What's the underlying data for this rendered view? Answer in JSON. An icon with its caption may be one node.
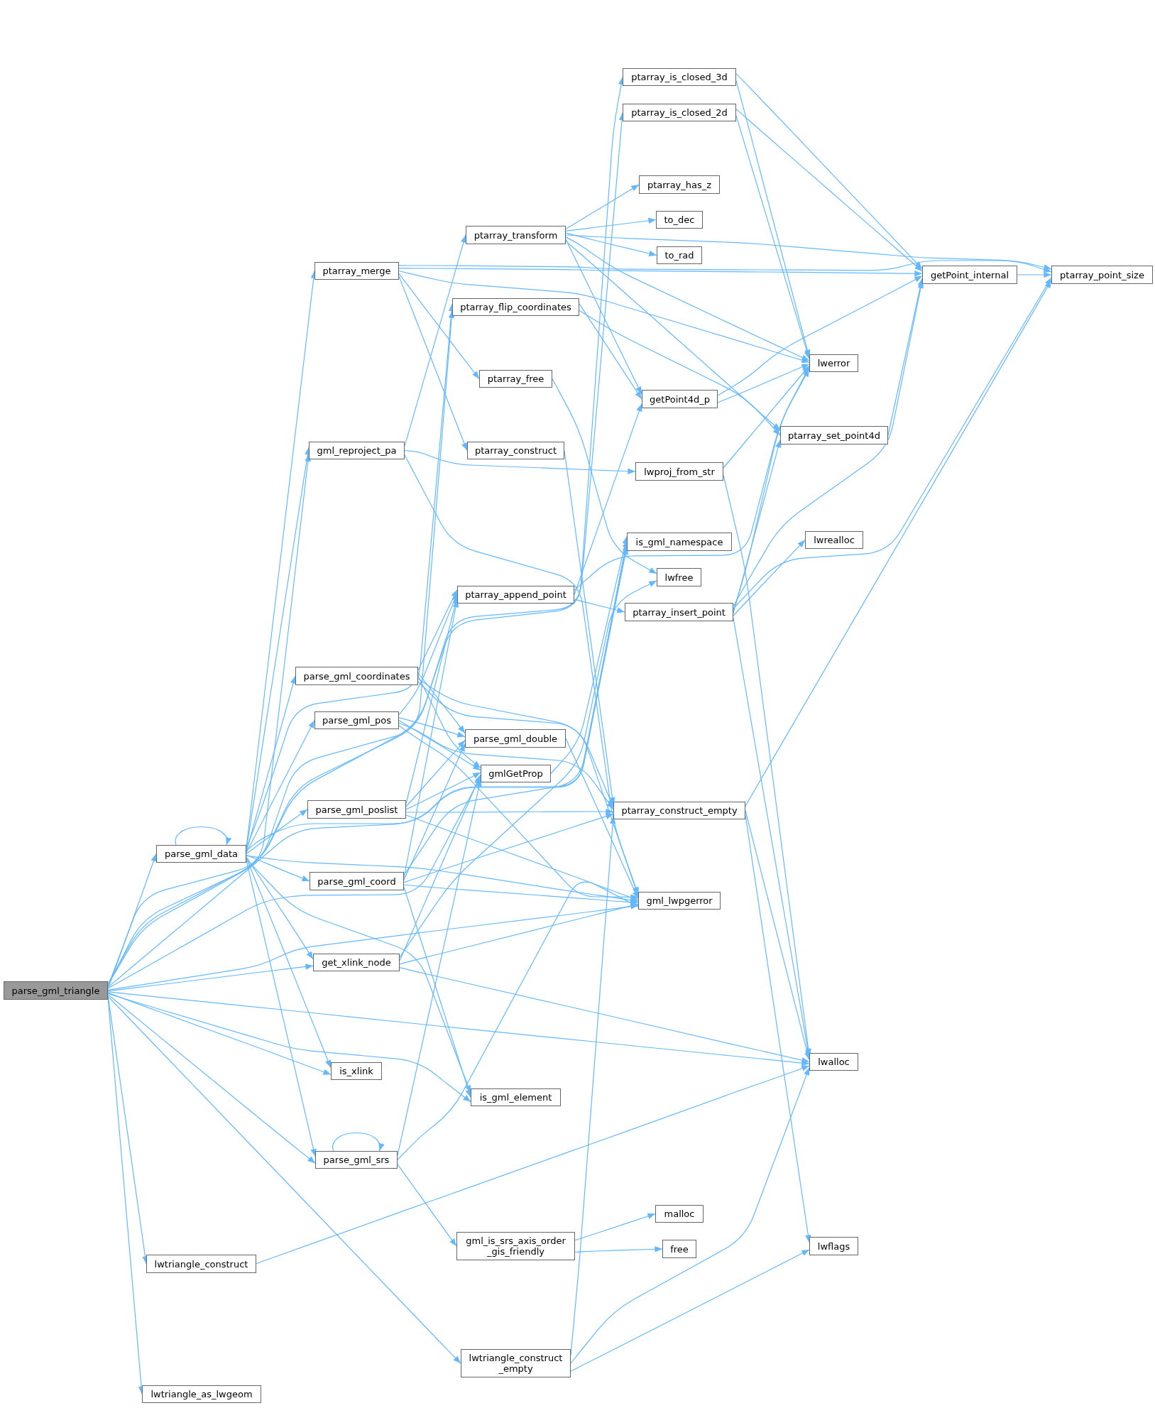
{
  "diagram": {
    "nodes": [
      {
        "text": [
          "parse_gml_triangle"
        ]
      },
      {
        "text": [
          "parse_gml_data"
        ]
      },
      {
        "text": [
          "lwtriangle_construct"
        ]
      },
      {
        "text": [
          "lwtriangle_as_lwgeom"
        ]
      },
      {
        "text": [
          "ptarray_merge"
        ]
      },
      {
        "text": [
          "gml_reproject_pa"
        ]
      },
      {
        "text": [
          "parse_gml_coordinates"
        ]
      },
      {
        "text": [
          "parse_gml_pos"
        ]
      },
      {
        "text": [
          "parse_gml_poslist"
        ]
      },
      {
        "text": [
          "parse_gml_coord"
        ]
      },
      {
        "text": [
          "get_xlink_node"
        ]
      },
      {
        "text": [
          "is_xlink"
        ]
      },
      {
        "text": [
          "parse_gml_srs"
        ]
      },
      {
        "text": [
          "ptarray_transform"
        ]
      },
      {
        "text": [
          "ptarray_flip_coordinates"
        ]
      },
      {
        "text": [
          "ptarray_free"
        ]
      },
      {
        "text": [
          "ptarray_construct"
        ]
      },
      {
        "text": [
          "ptarray_append_point"
        ]
      },
      {
        "text": [
          "parse_gml_double"
        ]
      },
      {
        "text": [
          "gmlGetProp"
        ]
      },
      {
        "text": [
          "is_gml_element"
        ]
      },
      {
        "text": [
          "gml_is_srs_axis_order _gis_friendly"
        ]
      },
      {
        "text": [
          "lwtriangle_construct _empty"
        ]
      },
      {
        "text": [
          "ptarray_is_closed_3d"
        ]
      },
      {
        "text": [
          "ptarray_is_closed_2d"
        ]
      },
      {
        "text": [
          "ptarray_has_z"
        ]
      },
      {
        "text": [
          "to_dec"
        ]
      },
      {
        "text": [
          "to_rad"
        ]
      },
      {
        "text": [
          "getPoint4d_p"
        ]
      },
      {
        "text": [
          "lwproj_from_str"
        ]
      },
      {
        "text": [
          "is_gml_namespace"
        ]
      },
      {
        "text": [
          "lwfree"
        ]
      },
      {
        "text": [
          "ptarray_insert_point"
        ]
      },
      {
        "text": [
          "ptarray_construct_empty"
        ]
      },
      {
        "text": [
          "gml_lwpgerror"
        ]
      },
      {
        "text": [
          "malloc"
        ]
      },
      {
        "text": [
          "free"
        ]
      },
      {
        "text": [
          "lwerror"
        ]
      },
      {
        "text": [
          "ptarray_set_point4d"
        ]
      },
      {
        "text": [
          "lwrealloc"
        ]
      },
      {
        "text": [
          "lwalloc"
        ]
      },
      {
        "text": [
          "lwflags"
        ]
      },
      {
        "text": [
          "getPoint_internal"
        ]
      },
      {
        "text": [
          "ptarray_point_size"
        ]
      }
    ],
    "edges": [
      {
        "from": 0,
        "to": 23,
        "arrow": "to"
      },
      {
        "from": 0,
        "to": 24,
        "arrow": "to"
      },
      {
        "from": 0,
        "to": 14,
        "arrow": "to"
      },
      {
        "from": 0,
        "to": 30,
        "arrow": "to"
      },
      {
        "from": 0,
        "to": 5,
        "arrow": "to"
      },
      {
        "from": 0,
        "to": 19,
        "arrow": "to"
      },
      {
        "from": 0,
        "to": 1,
        "arrow": "to"
      },
      {
        "from": 0,
        "to": 10,
        "arrow": "to"
      },
      {
        "from": 0,
        "to": 11,
        "arrow": "to"
      },
      {
        "from": 0,
        "to": 20,
        "arrow": "to"
      },
      {
        "from": 0,
        "to": 12,
        "arrow": "to"
      },
      {
        "from": 0,
        "to": 34,
        "arrow": "to"
      },
      {
        "from": 0,
        "to": 40,
        "arrow": "to"
      },
      {
        "from": 0,
        "to": 2,
        "arrow": "to"
      },
      {
        "from": 0,
        "to": 22,
        "arrow": "to"
      },
      {
        "from": 0,
        "to": 3,
        "arrow": "to"
      },
      {
        "from": 1,
        "to": 1,
        "arrow": "to"
      },
      {
        "from": 1,
        "to": 4,
        "arrow": "to"
      },
      {
        "from": 1,
        "to": 5,
        "arrow": "to"
      },
      {
        "from": 1,
        "to": 14,
        "arrow": "to"
      },
      {
        "from": 1,
        "to": 30,
        "arrow": "to"
      },
      {
        "from": 1,
        "to": 6,
        "arrow": "to"
      },
      {
        "from": 1,
        "to": 7,
        "arrow": "to"
      },
      {
        "from": 1,
        "to": 8,
        "arrow": "to"
      },
      {
        "from": 1,
        "to": 9,
        "arrow": "to"
      },
      {
        "from": 1,
        "to": 10,
        "arrow": "to"
      },
      {
        "from": 1,
        "to": 11,
        "arrow": "to"
      },
      {
        "from": 1,
        "to": 20,
        "arrow": "to"
      },
      {
        "from": 1,
        "to": 12,
        "arrow": "to"
      },
      {
        "from": 1,
        "to": 34,
        "arrow": "to"
      },
      {
        "from": 2,
        "to": 40,
        "arrow": "to"
      },
      {
        "from": 4,
        "to": 43,
        "arrow": "to"
      },
      {
        "from": 4,
        "to": 42,
        "arrow": "to"
      },
      {
        "from": 4,
        "to": 37,
        "arrow": "to"
      },
      {
        "from": 4,
        "to": 15,
        "arrow": "to"
      },
      {
        "from": 4,
        "to": 16,
        "arrow": "to"
      },
      {
        "from": 5,
        "to": 13,
        "arrow": "to"
      },
      {
        "from": 5,
        "to": 29,
        "arrow": "to"
      },
      {
        "from": 5,
        "to": 34,
        "arrow": "to"
      },
      {
        "from": 6,
        "to": 17,
        "arrow": "to"
      },
      {
        "from": 6,
        "to": 18,
        "arrow": "to"
      },
      {
        "from": 6,
        "to": 19,
        "arrow": "to"
      },
      {
        "from": 6,
        "to": 33,
        "arrow": "to"
      },
      {
        "from": 6,
        "to": 34,
        "arrow": "to"
      },
      {
        "from": 7,
        "to": 17,
        "arrow": "to"
      },
      {
        "from": 7,
        "to": 18,
        "arrow": "to"
      },
      {
        "from": 7,
        "to": 19,
        "arrow": "to"
      },
      {
        "from": 7,
        "to": 33,
        "arrow": "to"
      },
      {
        "from": 7,
        "to": 34,
        "arrow": "to"
      },
      {
        "from": 8,
        "to": 17,
        "arrow": "to"
      },
      {
        "from": 8,
        "to": 18,
        "arrow": "to"
      },
      {
        "from": 8,
        "to": 19,
        "arrow": "to"
      },
      {
        "from": 8,
        "to": 33,
        "arrow": "to"
      },
      {
        "from": 8,
        "to": 34,
        "arrow": "to"
      },
      {
        "from": 9,
        "to": 17,
        "arrow": "to"
      },
      {
        "from": 9,
        "to": 18,
        "arrow": "to"
      },
      {
        "from": 9,
        "to": 30,
        "arrow": "to"
      },
      {
        "from": 9,
        "to": 33,
        "arrow": "to"
      },
      {
        "from": 9,
        "to": 34,
        "arrow": "to"
      },
      {
        "from": 9,
        "to": 20,
        "arrow": "to"
      },
      {
        "from": 10,
        "to": 19,
        "arrow": "to"
      },
      {
        "from": 10,
        "to": 31,
        "arrow": "to"
      },
      {
        "from": 10,
        "to": 34,
        "arrow": "to"
      },
      {
        "from": 10,
        "to": 40,
        "arrow": "to"
      },
      {
        "from": 12,
        "to": 12,
        "arrow": "to"
      },
      {
        "from": 12,
        "to": 19,
        "arrow": "to"
      },
      {
        "from": 12,
        "to": 21,
        "arrow": "to"
      },
      {
        "from": 12,
        "to": 34,
        "arrow": "to"
      },
      {
        "from": 13,
        "to": 43,
        "arrow": "to"
      },
      {
        "from": 13,
        "to": 25,
        "arrow": "to"
      },
      {
        "from": 13,
        "to": 26,
        "arrow": "to"
      },
      {
        "from": 13,
        "to": 27,
        "arrow": "to"
      },
      {
        "from": 13,
        "to": 37,
        "arrow": "to"
      },
      {
        "from": 13,
        "to": 28,
        "arrow": "to"
      },
      {
        "from": 13,
        "to": 38,
        "arrow": "to"
      },
      {
        "from": 14,
        "to": 28,
        "arrow": "to"
      },
      {
        "from": 14,
        "to": 38,
        "arrow": "to"
      },
      {
        "from": 15,
        "to": 31,
        "arrow": "to"
      },
      {
        "from": 16,
        "to": 33,
        "arrow": "to"
      },
      {
        "from": 17,
        "to": 28,
        "arrow": "to"
      },
      {
        "from": 17,
        "to": 37,
        "arrow": "to"
      },
      {
        "from": 17,
        "to": 32,
        "arrow": "to"
      },
      {
        "from": 18,
        "to": 34,
        "arrow": "to"
      },
      {
        "from": 19,
        "to": 30,
        "arrow": "to"
      },
      {
        "from": 21,
        "to": 35,
        "arrow": "to"
      },
      {
        "from": 21,
        "to": 36,
        "arrow": "to"
      },
      {
        "from": 22,
        "to": 33,
        "arrow": "to"
      },
      {
        "from": 22,
        "to": 40,
        "arrow": "to"
      },
      {
        "from": 22,
        "to": 41,
        "arrow": "to"
      },
      {
        "from": 23,
        "to": 42,
        "arrow": "to"
      },
      {
        "from": 23,
        "to": 37,
        "arrow": "to"
      },
      {
        "from": 24,
        "to": 42,
        "arrow": "to"
      },
      {
        "from": 24,
        "to": 37,
        "arrow": "to"
      },
      {
        "from": 28,
        "to": 37,
        "arrow": "to"
      },
      {
        "from": 28,
        "to": 42,
        "arrow": "to"
      },
      {
        "from": 29,
        "to": 37,
        "arrow": "to"
      },
      {
        "from": 29,
        "to": 40,
        "arrow": "to"
      },
      {
        "from": 32,
        "to": 37,
        "arrow": "to"
      },
      {
        "from": 32,
        "to": 38,
        "arrow": "to"
      },
      {
        "from": 32,
        "to": 39,
        "arrow": "to"
      },
      {
        "from": 32,
        "to": 42,
        "arrow": "to"
      },
      {
        "from": 32,
        "to": 43,
        "arrow": "to"
      },
      {
        "from": 32,
        "to": 40,
        "arrow": "to"
      },
      {
        "from": 33,
        "to": 43,
        "arrow": "to"
      },
      {
        "from": 33,
        "to": 40,
        "arrow": "to"
      },
      {
        "from": 33,
        "to": 41,
        "arrow": "to"
      },
      {
        "from": 38,
        "to": 42,
        "arrow": "to"
      },
      {
        "from": 42,
        "to": 43,
        "arrow": "to"
      }
    ]
  }
}
